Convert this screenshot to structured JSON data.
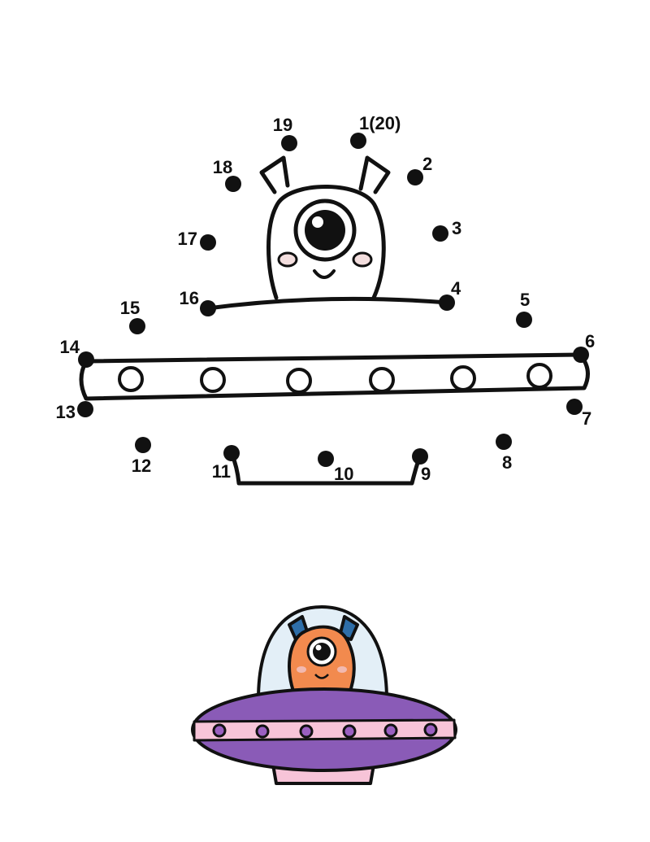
{
  "colors": {
    "ink": "#111111",
    "paper": "#ffffff",
    "cheek": "#f3dede",
    "dome": "#e3eff7",
    "alien_orange": "#f28a4e",
    "alien_cheek": "#f2b9b0",
    "antenna_blue": "#2e6ea8",
    "saucer_purple": "#8a5bb7",
    "saucer_band": "#f7c4d8",
    "saucer_port": "#9a5fc0",
    "saucer_base": "#f7c4d8"
  },
  "dots": [
    {
      "n": 1,
      "label": "1(20)"
    },
    {
      "n": 2,
      "label": "2"
    },
    {
      "n": 3,
      "label": "3"
    },
    {
      "n": 4,
      "label": "4"
    },
    {
      "n": 5,
      "label": "5"
    },
    {
      "n": 6,
      "label": "6"
    },
    {
      "n": 7,
      "label": "7"
    },
    {
      "n": 8,
      "label": "8"
    },
    {
      "n": 9,
      "label": "9"
    },
    {
      "n": 10,
      "label": "10"
    },
    {
      "n": 11,
      "label": "11"
    },
    {
      "n": 12,
      "label": "12"
    },
    {
      "n": 13,
      "label": "13"
    },
    {
      "n": 14,
      "label": "14"
    },
    {
      "n": 15,
      "label": "15"
    },
    {
      "n": 16,
      "label": "16"
    },
    {
      "n": 17,
      "label": "17"
    },
    {
      "n": 18,
      "label": "18"
    },
    {
      "n": 19,
      "label": "19"
    }
  ]
}
